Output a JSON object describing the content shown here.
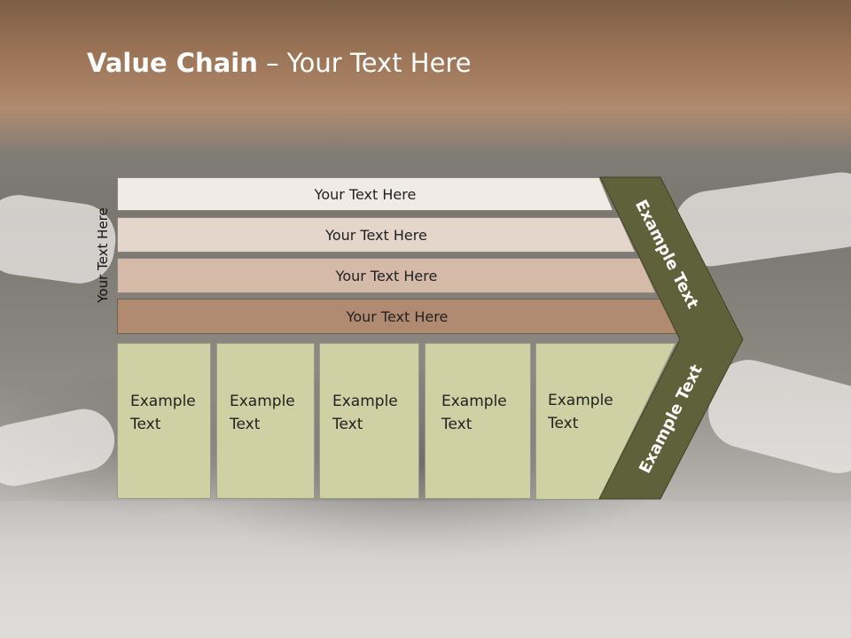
{
  "title": {
    "bold": "Value Chain",
    "rest": " – Your Text Here"
  },
  "vertical_label": "Your Text Here",
  "bands": [
    {
      "label": "Your Text Here",
      "color": "#f1ebe6"
    },
    {
      "label": "Your Text Here",
      "color": "#e5d6cb"
    },
    {
      "label": "Your Text Here",
      "color": "#d6baa9"
    },
    {
      "label": "Your Text Here",
      "color": "#b08b72"
    }
  ],
  "boxes": [
    {
      "label": "Example\nText"
    },
    {
      "label": "Example\nText"
    },
    {
      "label": "Example\nText"
    },
    {
      "label": "Example\nText"
    },
    {
      "label": "Example\nText"
    }
  ],
  "chevron": {
    "upper_label": "Example Text",
    "lower_label": "Example Text",
    "color": "#5e6139"
  },
  "box_color": "#cfd0a3"
}
